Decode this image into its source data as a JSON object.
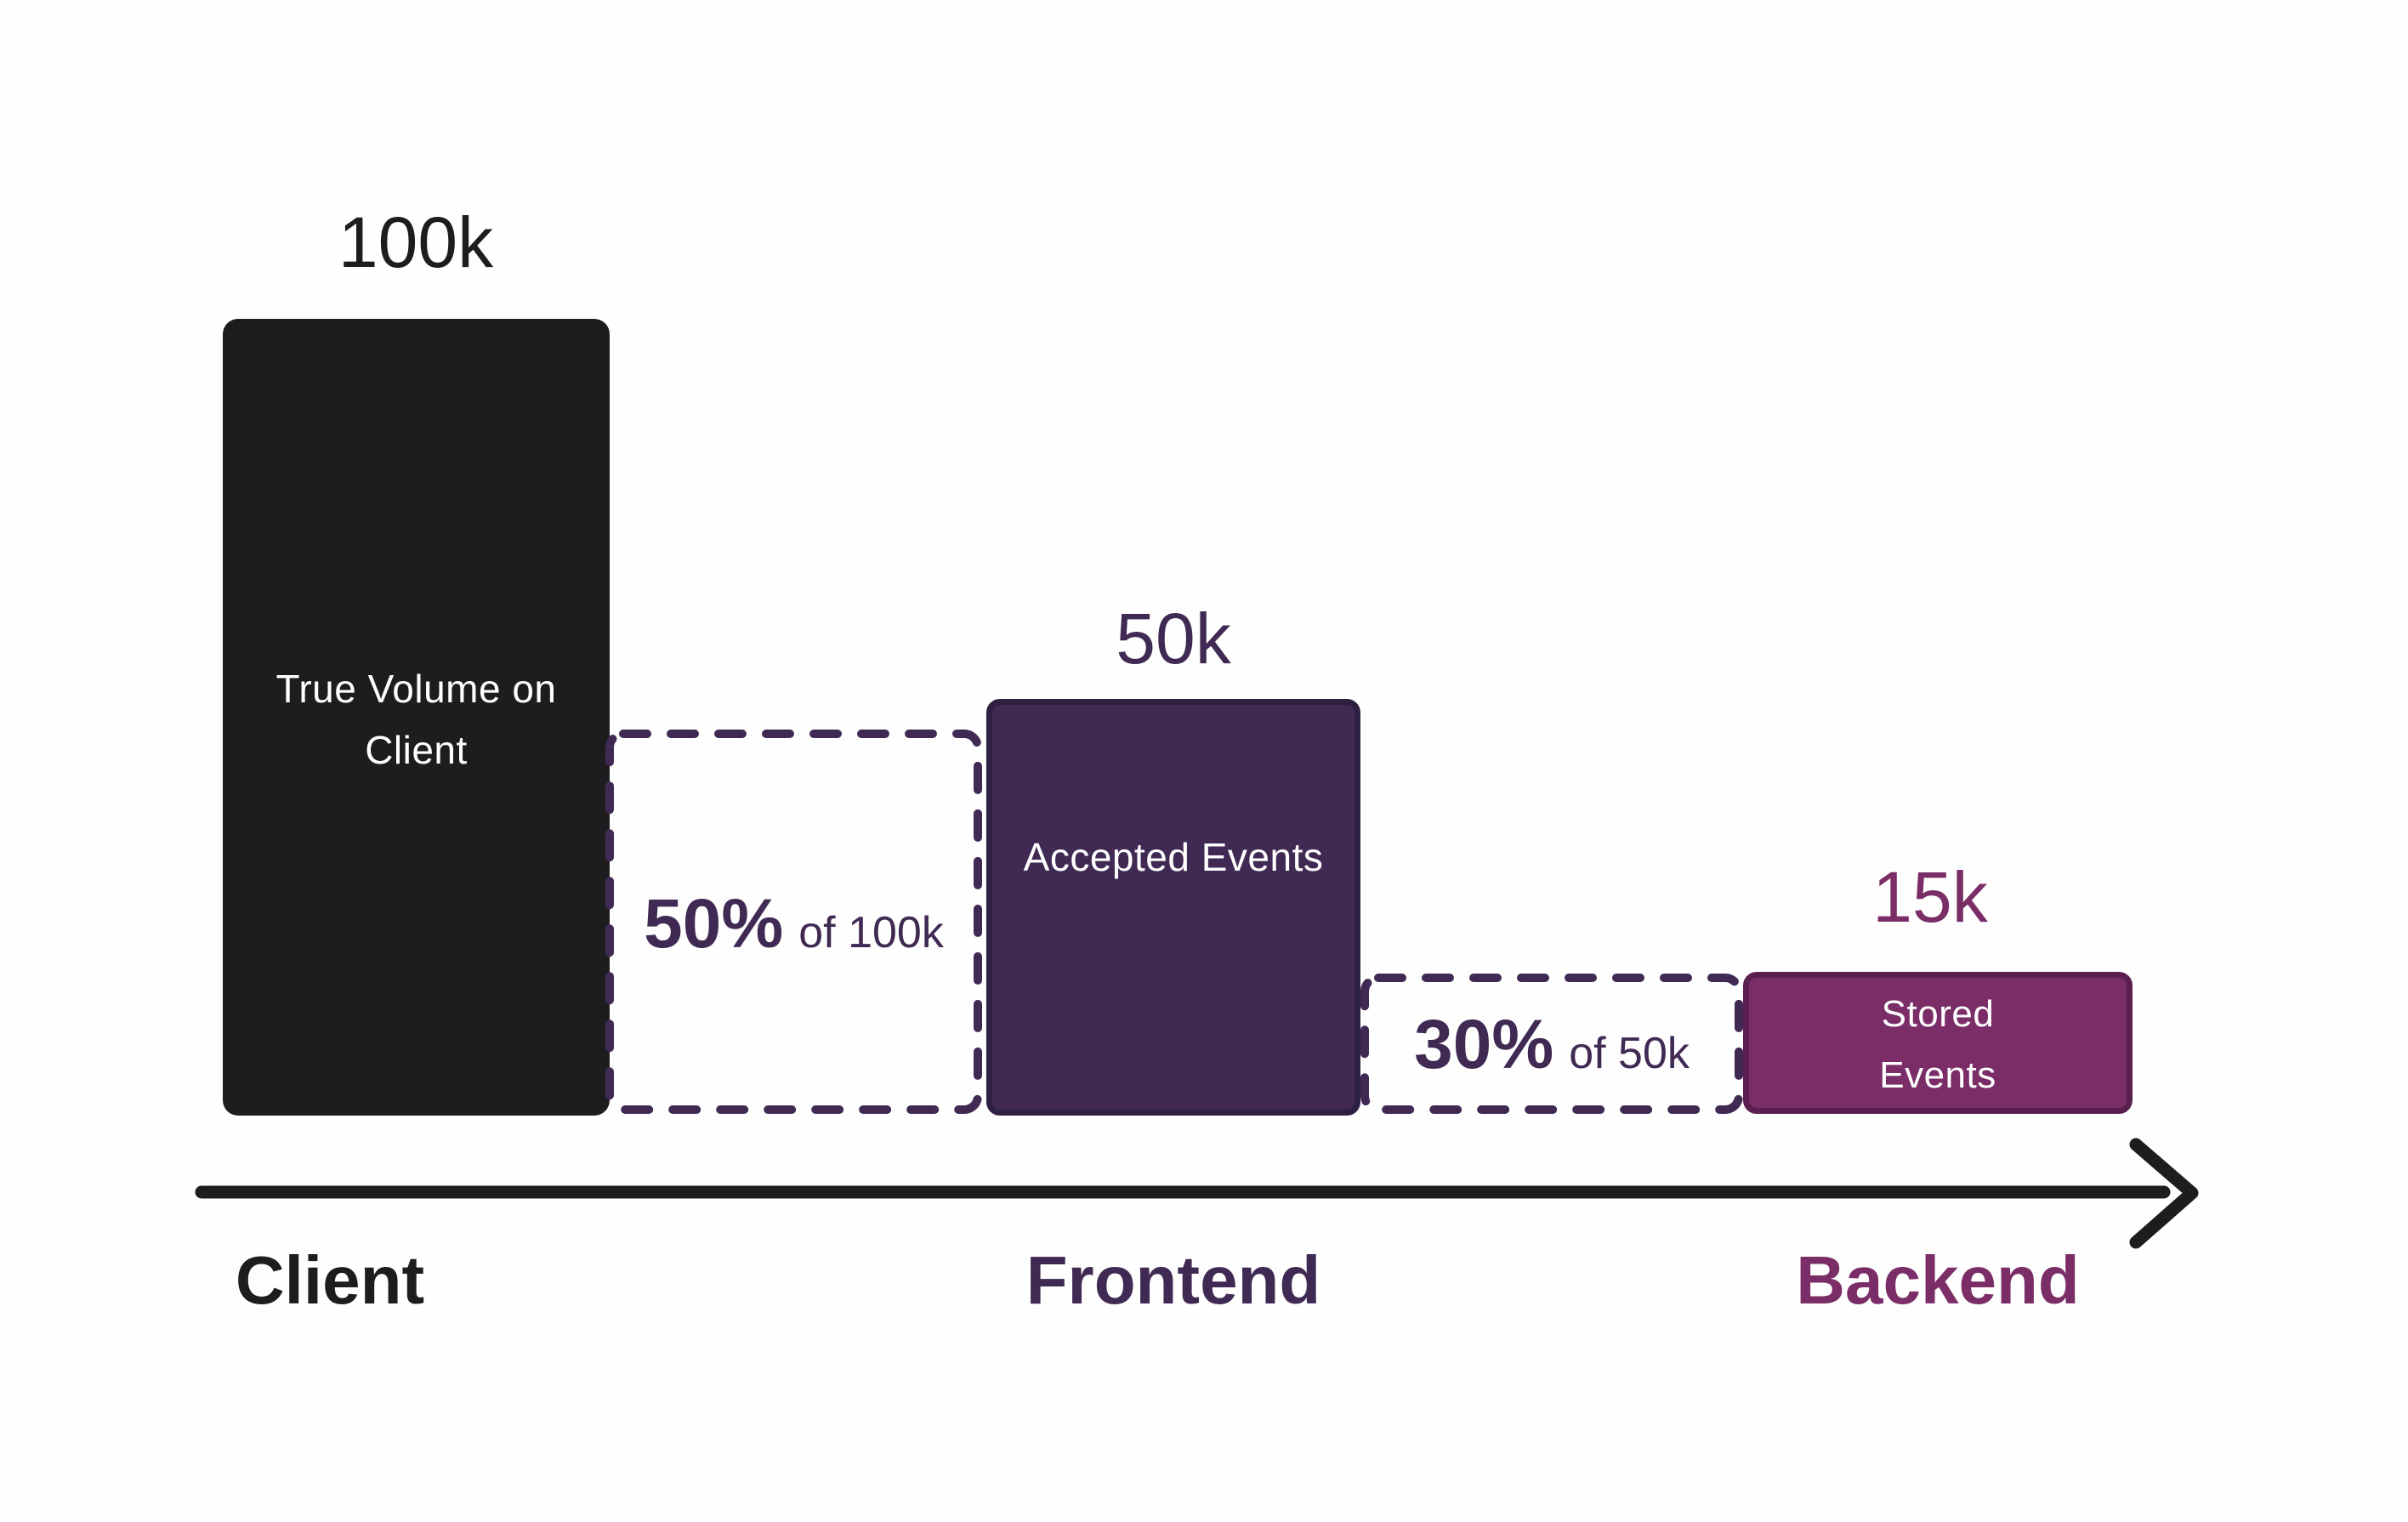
{
  "chart_data": {
    "type": "bar",
    "subtype": "funnel",
    "title": "",
    "xlabel": "",
    "ylabel": "",
    "grid": false,
    "legend": false,
    "axis_style": "horizontal-arrow",
    "categories": [
      "Client",
      "Frontend",
      "Backend"
    ],
    "values": [
      100000,
      50000,
      15000
    ],
    "value_labels": [
      "100k",
      "50k",
      "15k"
    ],
    "bar_labels": [
      "True Volume on Client",
      "Accepted Events",
      "Stored Events"
    ],
    "bar_colors": [
      "#1d1c1e",
      "#402a53",
      "#7a2d67"
    ],
    "drop_annotations": [
      {
        "label": "50% of 100k",
        "between": [
          "Client",
          "Frontend"
        ]
      },
      {
        "label": "30% of 50k",
        "between": [
          "Frontend",
          "Backend"
        ]
      }
    ]
  },
  "stages": [
    {
      "value_label": "100k",
      "bar_lines": [
        "True Volume on",
        "Client"
      ],
      "axis_label": "Client",
      "bar_color": "#1d1c1e",
      "bar_border_color": "#1d1c1e",
      "label_color": "#1d1c1e",
      "text_color": "#ffffff"
    },
    {
      "value_label": "50k",
      "bar_lines": [
        "Accepted Events",
        ""
      ],
      "axis_label": "Frontend",
      "bar_color": "#402a53",
      "bar_border_color": "#2e2040",
      "label_color": "#402a53",
      "text_color": "#ffffff"
    },
    {
      "value_label": "15k",
      "bar_lines": [
        "Stored",
        "Events"
      ],
      "axis_label": "Backend",
      "bar_color": "#7a2d67",
      "bar_border_color": "#5a1f4e",
      "label_color": "#7a2d67",
      "text_color": "#ffffff"
    }
  ],
  "drops": [
    {
      "percent": "50%",
      "of_text": "of 100k",
      "border_color": "#402a53",
      "text_color": "#402a53"
    },
    {
      "percent": "30%",
      "of_text": "of 50k",
      "border_color": "#402a53",
      "text_color": "#402a53"
    }
  ],
  "arrow_color": "#1d1c1e",
  "background_color": "#fefefe"
}
